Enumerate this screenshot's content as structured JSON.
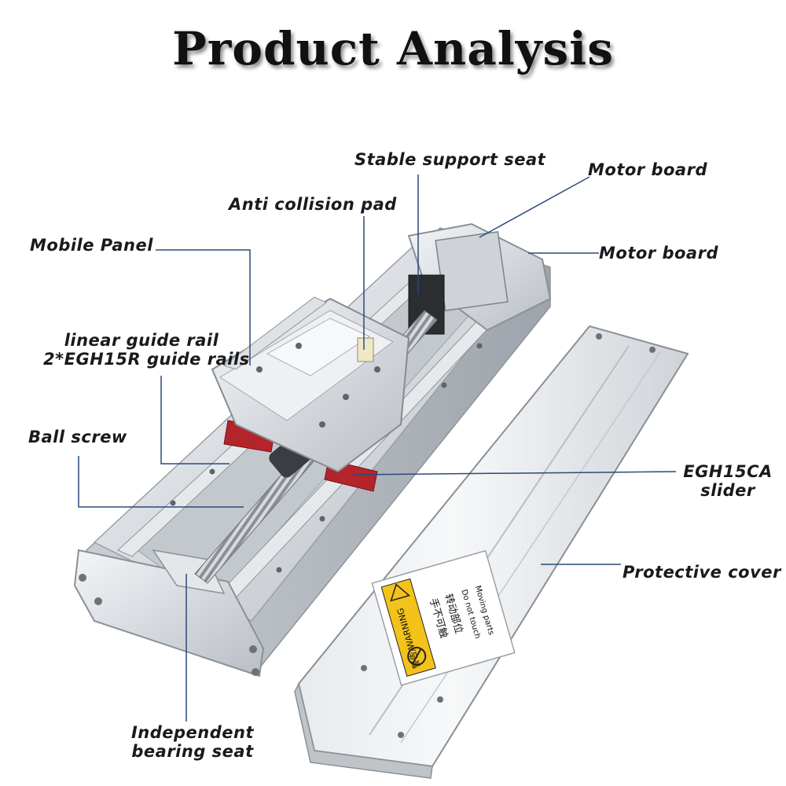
{
  "title": "Product Analysis",
  "labels": {
    "stable_support_seat": "Stable support seat",
    "motor_board_top": "Motor board",
    "anti_collision_pad": "Anti collision pad",
    "mobile_panel": "Mobile Panel",
    "motor_board_side": "Motor board",
    "linear_guide_rail_line1": "linear guide rail",
    "linear_guide_rail_line2": "2*EGH15R guide rails",
    "ball_screw": "Ball screw",
    "slider_line1": "EGH15CA",
    "slider_line2": "slider",
    "protective_cover": "Protective cover",
    "bearing_seat_line1": "Independent",
    "bearing_seat_line2": "bearing seat"
  },
  "warning_sticker": {
    "line1": "警告/WARNING",
    "line2": "手不可触",
    "line3": "转动部位",
    "line4": "Do not touch",
    "line5": "Moving parts"
  },
  "colors": {
    "leader_line": "#2b4a7a",
    "aluminum": "#d9dde1",
    "slider_red": "#b3252b",
    "warning_yellow": "#f2c31b"
  }
}
